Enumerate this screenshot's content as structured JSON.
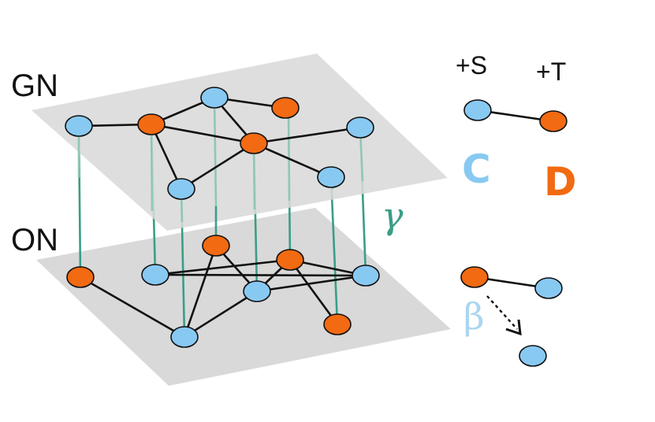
{
  "layers": {
    "top": "GN",
    "bottom": "ON"
  },
  "legend": {
    "plus_s": "+S",
    "plus_t": "+T",
    "c": "C",
    "d": "D",
    "gamma": "γ",
    "beta": "β"
  },
  "colors": {
    "cooperator": "#88c9f2",
    "defector": "#f26a12",
    "interlink": "#3a9e86",
    "plane": "#d9d9d9"
  },
  "icons": [
    "dashed-arrow-icon"
  ]
}
